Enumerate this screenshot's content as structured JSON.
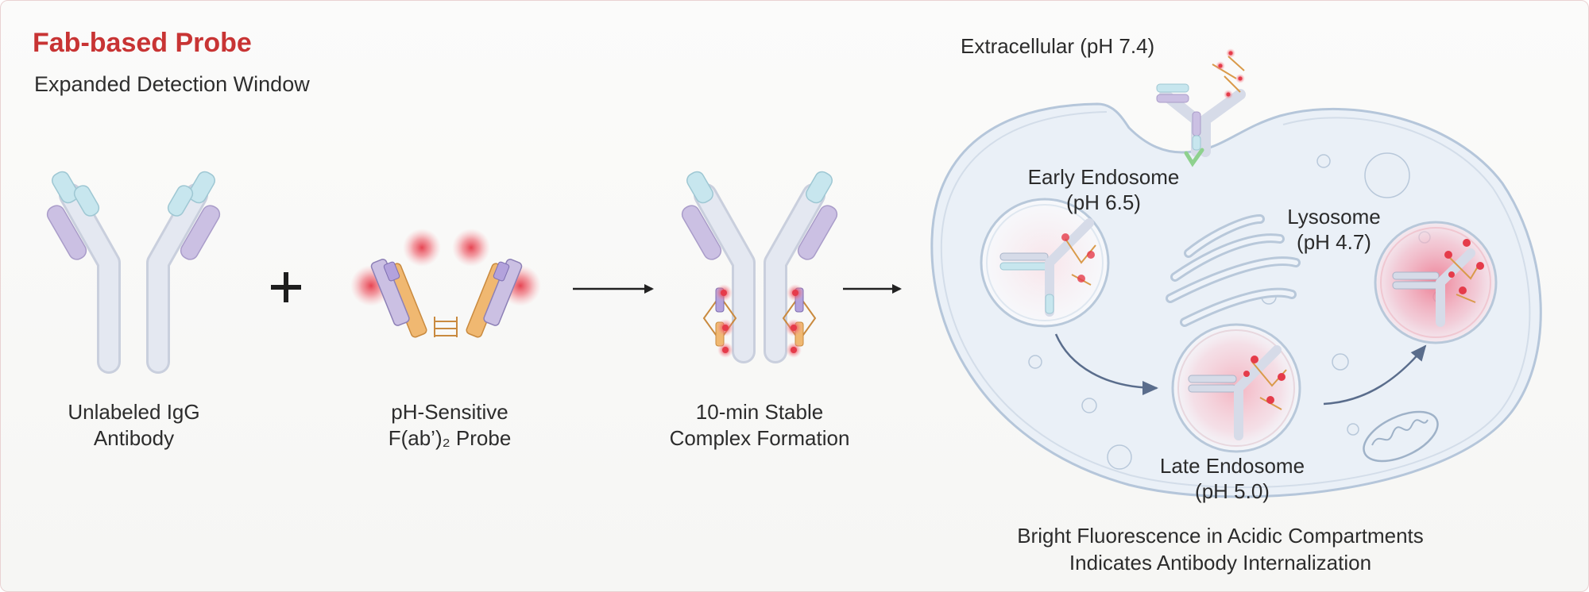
{
  "header": {
    "title": "Fab-based Probe",
    "subtitle": "Expanded Detection Window"
  },
  "steps": [
    {
      "line1": "Unlabeled IgG",
      "line2": "Antibody"
    },
    {
      "line1": "pH-Sensitive",
      "line2": "F(ab’)₂ Probe"
    },
    {
      "line1": "10-min Stable",
      "line2": "Complex Formation"
    }
  ],
  "operator": "+",
  "cell": {
    "extracellular": "Extracellular (pH 7.4)",
    "early": {
      "line1": "Early Endosome",
      "line2": "(pH 6.5)"
    },
    "late": {
      "line1": "Late Endosome",
      "line2": "(pH 5.0)"
    },
    "lysosome": {
      "line1": "Lysosome",
      "line2": "(pH 4.7)"
    }
  },
  "conclusion": {
    "line1": "Bright Fluorescence in Acidic Compartments",
    "line2": "Indicates Antibody Internalization"
  },
  "colors": {
    "title": "#c83434",
    "heavy_chain": "#dde2ee",
    "light_chain_cyan": "#c7e6ee",
    "light_chain_purple": "#cbc0e3",
    "probe_orange": "#f0b871",
    "fluor_red": "#e53b4a",
    "cell_fill": "#eaf0f7",
    "cell_stroke": "#b5c6da"
  }
}
